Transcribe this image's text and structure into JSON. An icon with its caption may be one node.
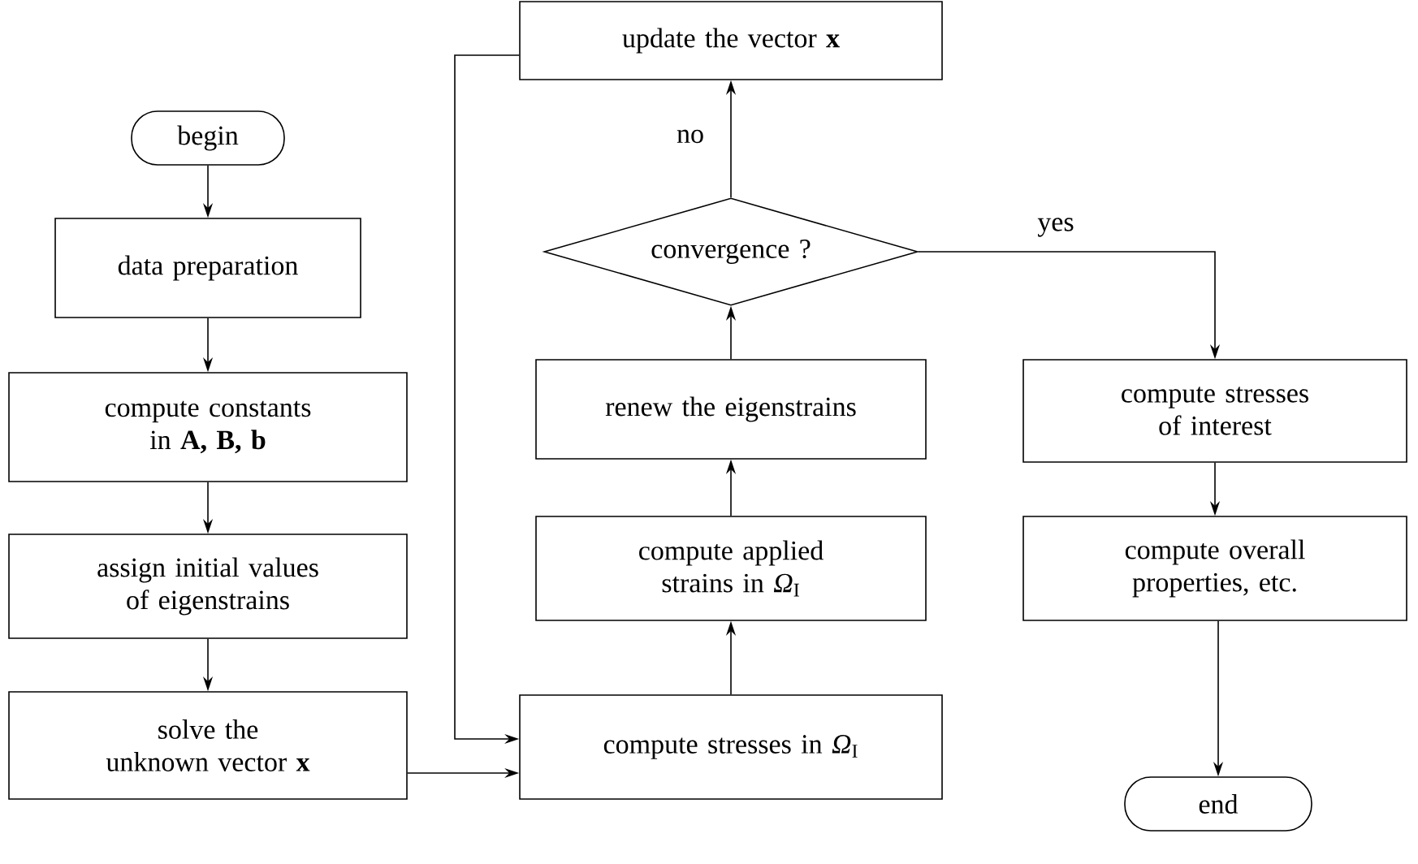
{
  "diagram": {
    "nodes": [
      {
        "text": [
          "begin"
        ]
      },
      {
        "text": [
          "data preparation"
        ]
      },
      {
        "text": [
          "compute constants in **A, B, b**"
        ]
      },
      {
        "text": [
          "assign initial values of eigenstrains"
        ]
      },
      {
        "text": [
          "solve the unknown vector **x**"
        ]
      },
      {
        "text": [
          "update the vector **x**"
        ]
      },
      {
        "text": [
          "convergence ?"
        ]
      },
      {
        "text": [
          "renew the eigenstrains"
        ]
      },
      {
        "text": [
          "compute applied strains in *Ω*$_{I}$"
        ]
      },
      {
        "text": [
          "compute stresses in *Ω*$_{I}$"
        ]
      },
      {
        "text": [
          "compute stresses of interest"
        ]
      },
      {
        "text": [
          "compute overall properties, etc."
        ]
      },
      {
        "text": [
          "end"
        ]
      }
    ],
    "edges": [
      {
        "from": 0,
        "to": 1,
        "arrow": "to"
      },
      {
        "from": 1,
        "to": 2,
        "arrow": "to"
      },
      {
        "from": 2,
        "to": 3,
        "arrow": "to"
      },
      {
        "from": 3,
        "to": 4,
        "arrow": "to"
      },
      {
        "from": 4,
        "to": 9,
        "arrow": "to"
      },
      {
        "from": 9,
        "to": 8,
        "arrow": "to"
      },
      {
        "from": 8,
        "to": 7,
        "arrow": "to"
      },
      {
        "from": 7,
        "to": 6,
        "arrow": "to"
      },
      {
        "from": 6,
        "to": 5,
        "arrow": "to",
        "label": "no"
      },
      {
        "from": 5,
        "to": 9,
        "arrow": "to"
      },
      {
        "from": 6,
        "to": 10,
        "arrow": "to",
        "label": "yes"
      },
      {
        "from": 10,
        "to": 11,
        "arrow": "to"
      },
      {
        "from": 11,
        "to": 12,
        "arrow": "to"
      }
    ]
  }
}
